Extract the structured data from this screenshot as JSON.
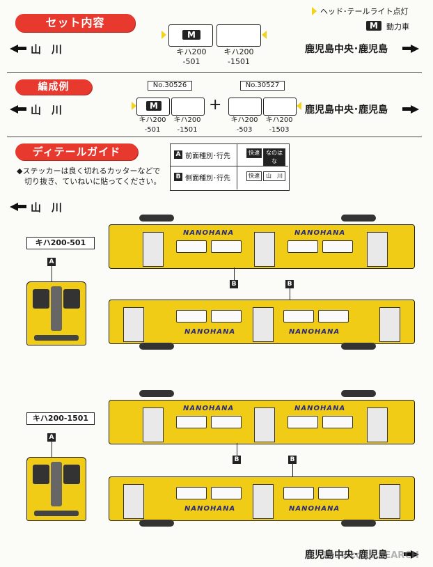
{
  "legend": {
    "headlight": "ヘッド･テールライト点灯",
    "motor_badge": "M",
    "motor_label": "動力車"
  },
  "set": {
    "title": "セット内容",
    "left_dest": "山　川",
    "right_dest": "鹿児島中央･鹿児島",
    "car1_label": "キハ200\n-501",
    "car2_label": "キハ200\n-1501",
    "badge": "M"
  },
  "formation": {
    "title": "編成例",
    "left_dest": "山　川",
    "right_dest": "鹿児島中央･鹿児島",
    "no1": "No.30526",
    "no2": "No.30527",
    "plus": "+",
    "cars": [
      "キハ200\n-501",
      "キハ200\n-1501",
      "キハ200\n-503",
      "キハ200\n-1503"
    ],
    "badge": "M"
  },
  "detail": {
    "title": "ディテールガイド",
    "note": "◆ステッカーは良く切れるカッターなどで\n　切り抜き、ていねいに貼ってください。",
    "legendA": "前面種別･行先",
    "legendB": "側面種別･行先",
    "markA": "A",
    "markB": "B",
    "stickerA1": "快速",
    "stickerA2": "なのはな",
    "stickerB1": "快速",
    "stickerB2": "山　川",
    "left_dest": "山　川",
    "right_dest": "鹿児島中央･鹿児島",
    "train1": "キハ200-501",
    "train2": "キハ200-1501",
    "logo": "NANOHANA",
    "watermark": "1999.co.jp SEARCH"
  }
}
